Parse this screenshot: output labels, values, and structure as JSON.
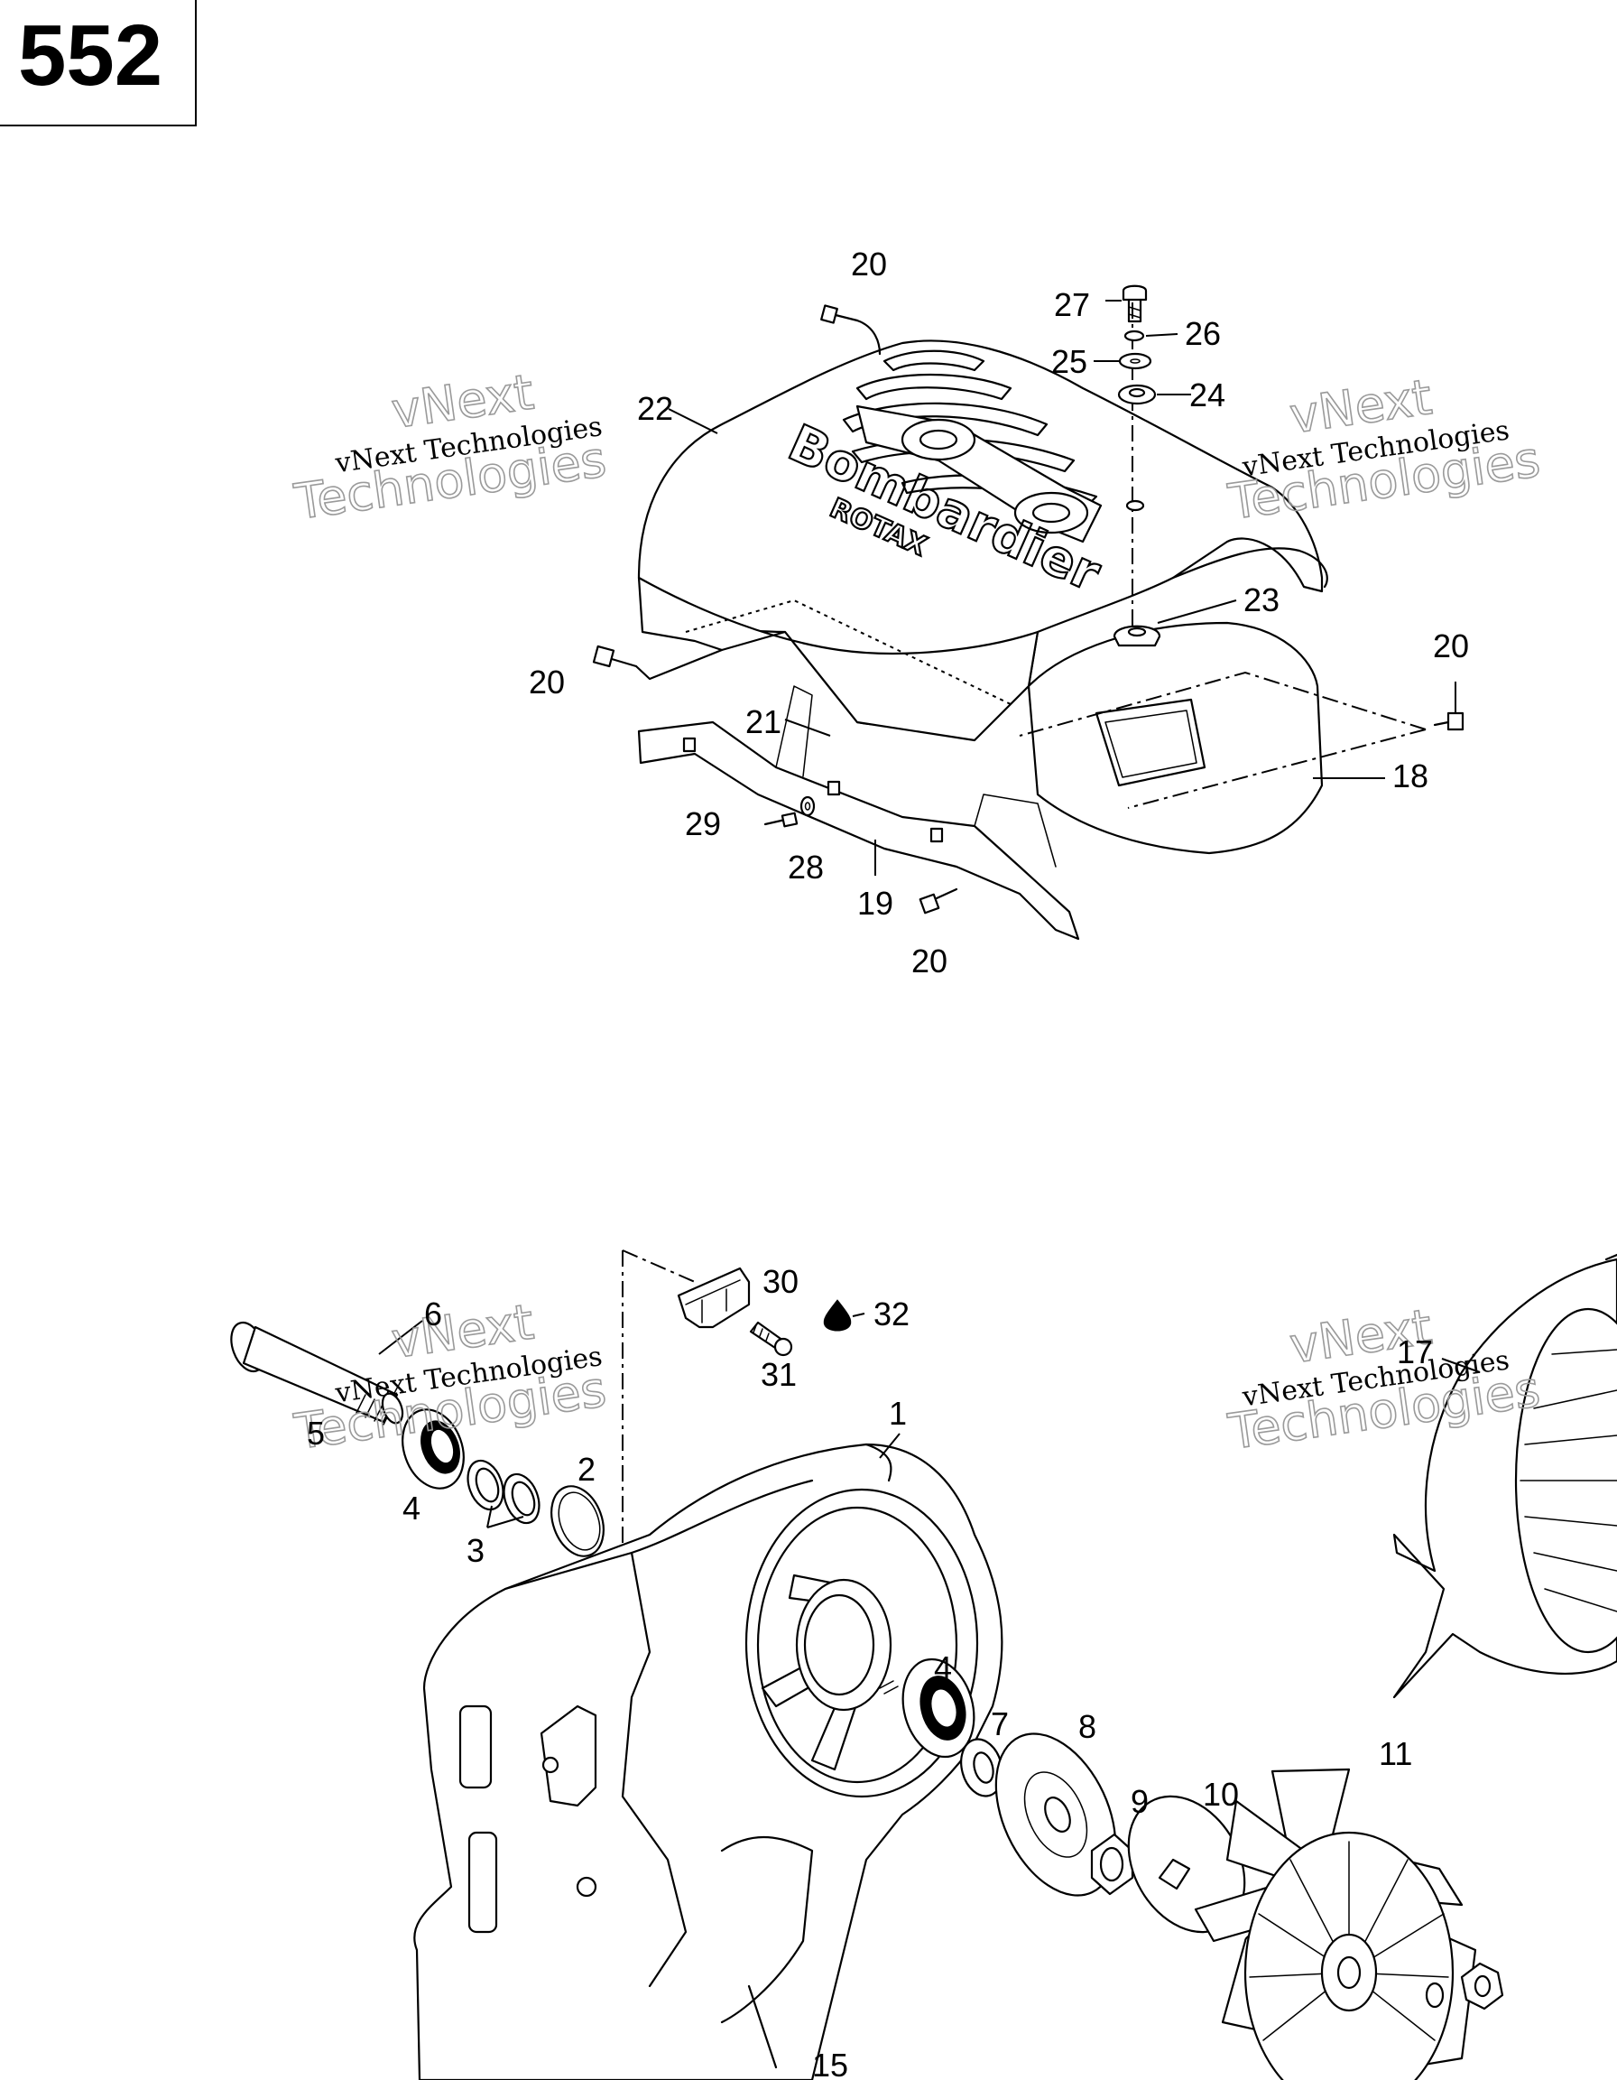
{
  "page": {
    "number": "552"
  },
  "watermark": {
    "line1": "vNext",
    "line2": "vNext Technologies",
    "line3": "Technologies"
  },
  "cover_logo": {
    "brand": "Bombardier",
    "sub": "ROTAX"
  },
  "callouts": {
    "c1": "1",
    "c2": "2",
    "c3": "3",
    "c4a": "4",
    "c4b": "4",
    "c5": "5",
    "c6": "6",
    "c7": "7",
    "c8": "8",
    "c9": "9",
    "c10": "10",
    "c11": "11",
    "c15": "15",
    "c17": "17",
    "c18": "18",
    "c19": "19",
    "c20a": "20",
    "c20b": "20",
    "c20c": "20",
    "c20d": "20",
    "c21": "21",
    "c22": "22",
    "c23": "23",
    "c24": "24",
    "c25": "25",
    "c26": "26",
    "c27": "27",
    "c28": "28",
    "c29": "29",
    "c30": "30",
    "c31": "31",
    "c32": "32"
  }
}
